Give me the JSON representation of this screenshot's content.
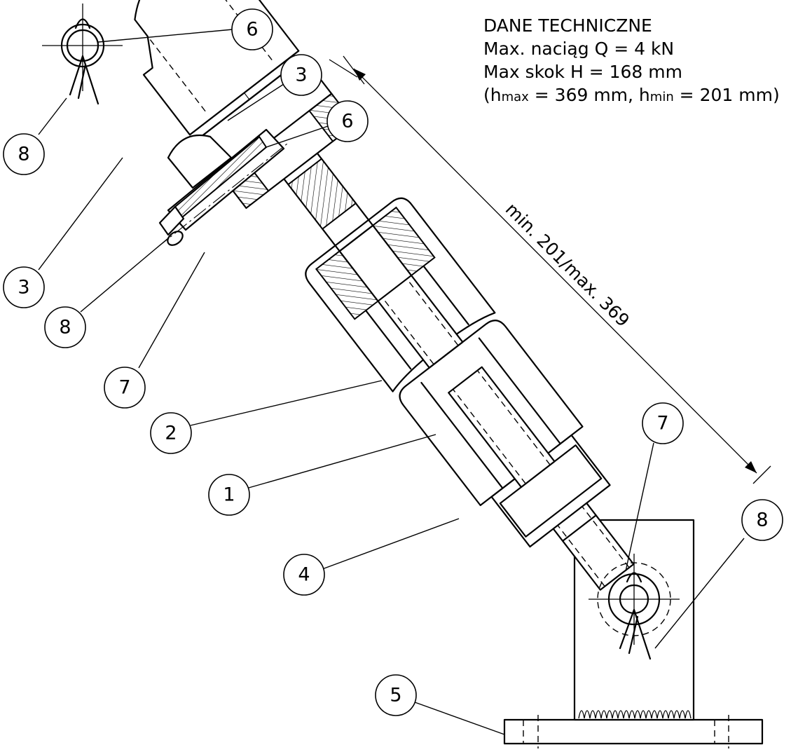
{
  "specs": {
    "title": "DANE TECHNICZNE",
    "line1": "Max. naciąg Q = 4 kN",
    "line2": "Max skok H = 168 mm",
    "hmax_prefix": "(h",
    "hmax_sub": "max",
    "hmax_mid": " = 369 mm, h",
    "hmin_sub": "min",
    "hmin_end": " = 201 mm)"
  },
  "dimension": {
    "label": "min. 201/max. 369"
  },
  "balloons": {
    "b6_top": "6",
    "b3_top": "3",
    "b6_mid": "6",
    "b8_left": "8",
    "b3_left": "3",
    "b8_mid": "8",
    "b7_left": "7",
    "b2": "2",
    "b1": "1",
    "b7_right": "7",
    "b8_right": "8",
    "b4": "4",
    "b5": "5"
  }
}
